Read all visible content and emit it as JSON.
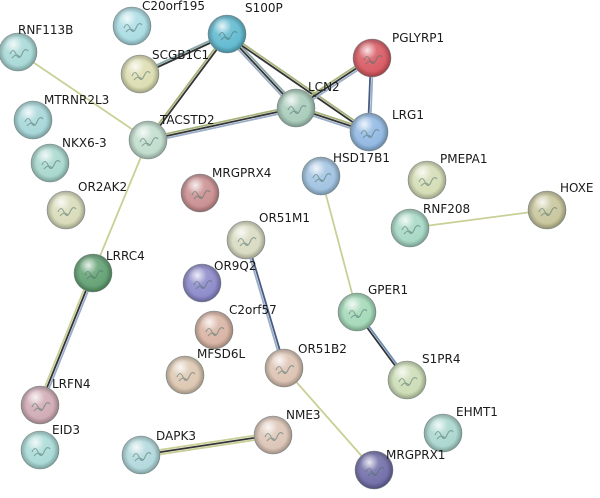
{
  "network": {
    "nodes": [
      {
        "id": "rnf113b",
        "label": "RNF113B",
        "color": "#a6d8d6"
      },
      {
        "id": "c20orf195",
        "label": "C20orf195",
        "color": "#a9dce3"
      },
      {
        "id": "s100p",
        "label": "S100P",
        "color": "#5db8cf"
      },
      {
        "id": "pglyrp1",
        "label": "PGLYRP1",
        "color": "#d7565f"
      },
      {
        "id": "scgb1c1",
        "label": "SCGB1C1",
        "color": "#dcdcb0"
      },
      {
        "id": "lcn2",
        "label": "LCN2",
        "color": "#a7cbb9"
      },
      {
        "id": "mtrnr2l3",
        "label": "MTRNR2L3",
        "color": "#a5d6d8"
      },
      {
        "id": "tacstd2",
        "label": "TACSTD2",
        "color": "#bfdccc"
      },
      {
        "id": "lrg1",
        "label": "LRG1",
        "color": "#8fb7e2"
      },
      {
        "id": "nkx6_3",
        "label": "NKX6-3",
        "color": "#a6d7cd"
      },
      {
        "id": "hsd17b1",
        "label": "HSD17B1",
        "color": "#9fc2e1"
      },
      {
        "id": "pmepa1",
        "label": "PMEPA1",
        "color": "#d4dcb4"
      },
      {
        "id": "mrgprx4",
        "label": "MRGPRX4",
        "color": "#c98d8f"
      },
      {
        "id": "or2ak2",
        "label": "OR2AK2",
        "color": "#d8dbb8"
      },
      {
        "id": "hoxe",
        "label": "HOXE",
        "color": "#c7c59a"
      },
      {
        "id": "rnf208",
        "label": "RNF208",
        "color": "#a5d7c4"
      },
      {
        "id": "or51m1",
        "label": "OR51M1",
        "color": "#d8dac0"
      },
      {
        "id": "lrrc4",
        "label": "LRRC4",
        "color": "#5f9f70"
      },
      {
        "id": "or9q2",
        "label": "OR9Q2",
        "color": "#8a87c9"
      },
      {
        "id": "gper1",
        "label": "GPER1",
        "color": "#a2d8b7"
      },
      {
        "id": "c2orf57",
        "label": "C2orf57",
        "color": "#d8b2a2"
      },
      {
        "id": "mfsd6l",
        "label": "MFSD6L",
        "color": "#dcc6b0"
      },
      {
        "id": "or51b2",
        "label": "OR51B2",
        "color": "#dcc2b2"
      },
      {
        "id": "s1pr4",
        "label": "S1PR4",
        "color": "#cbdcb4"
      },
      {
        "id": "lrfn4",
        "label": "LRFN4",
        "color": "#cfa9b4"
      },
      {
        "id": "ehmt1",
        "label": "EHMT1",
        "color": "#a8d6ce"
      },
      {
        "id": "nme3",
        "label": "NME3",
        "color": "#dcc4b6"
      },
      {
        "id": "dapk3",
        "label": "DAPK3",
        "color": "#b0d8dc"
      },
      {
        "id": "eid3",
        "label": "EID3",
        "color": "#a8dad6"
      },
      {
        "id": "mrgprx1",
        "label": "MRGPRX1",
        "color": "#6e6aa6"
      }
    ],
    "edges": [
      {
        "from": "scgb1c1",
        "to": "s100p",
        "colors": [
          "#8aa8a8",
          "#333333"
        ]
      },
      {
        "from": "tacstd2",
        "to": "s100p",
        "colors": [
          "#a6b47a",
          "#333333"
        ]
      },
      {
        "from": "s100p",
        "to": "lcn2",
        "colors": [
          "#8aa8a8",
          "#333333",
          "#9aaec8"
        ]
      },
      {
        "from": "s100p",
        "to": "lrg1",
        "colors": [
          "#a6b47a",
          "#333333"
        ]
      },
      {
        "from": "tacstd2",
        "to": "lcn2",
        "colors": [
          "#a6b47a",
          "#333333",
          "#9aaec8"
        ]
      },
      {
        "from": "lcn2",
        "to": "pglyrp1",
        "colors": [
          "#a6b47a",
          "#333333",
          "#9aaec8"
        ]
      },
      {
        "from": "lcn2",
        "to": "lrg1",
        "colors": [
          "#a6b47a",
          "#333333",
          "#9aaec8"
        ]
      },
      {
        "from": "lrg1",
        "to": "pglyrp1",
        "colors": [
          "#4a5b82",
          "#9aaec8"
        ]
      },
      {
        "from": "tacstd2",
        "to": "rnf113b",
        "colors": [
          "#c9cf95"
        ]
      },
      {
        "from": "tacstd2",
        "to": "lrrc4",
        "colors": [
          "#c9cf95"
        ]
      },
      {
        "from": "lrrc4",
        "to": "lrfn4",
        "colors": [
          "#9aaec8",
          "#333333",
          "#c9cf95"
        ]
      },
      {
        "from": "hsd17b1",
        "to": "gper1",
        "colors": [
          "#c9cf95"
        ]
      },
      {
        "from": "gper1",
        "to": "s1pr4",
        "colors": [
          "#6a8fb5",
          "#333333"
        ]
      },
      {
        "from": "rnf208",
        "to": "hoxe",
        "colors": [
          "#c9cf95"
        ]
      },
      {
        "from": "or51m1",
        "to": "or51b2",
        "colors": [
          "#4a5b82",
          "#9aaec8"
        ]
      },
      {
        "from": "or51b2",
        "to": "mrgprx1",
        "colors": [
          "#c9cf95"
        ]
      },
      {
        "from": "dapk3",
        "to": "nme3",
        "colors": [
          "#c9cf95",
          "#333333",
          "#c9cf95"
        ]
      }
    ]
  }
}
